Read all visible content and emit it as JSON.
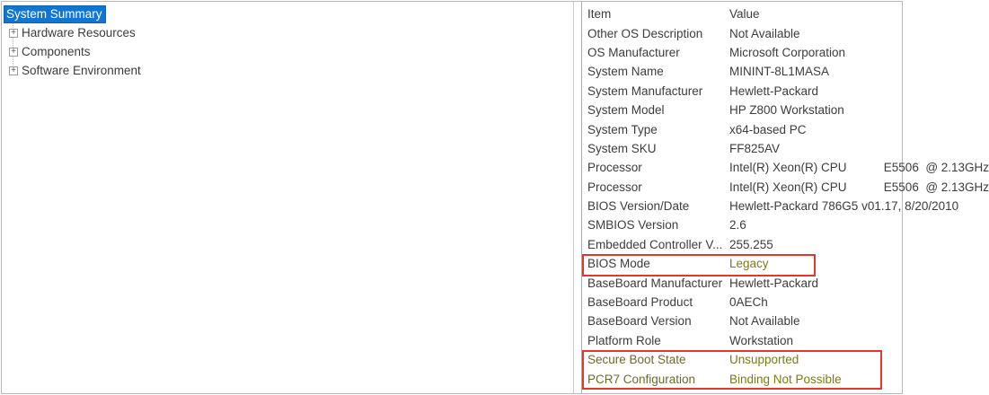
{
  "colors": {
    "selection_blue": "#1175d2",
    "annotation_red": "#e1382b",
    "olive_label": "#6c6930",
    "olive_value": "#7d7a16"
  },
  "sidebar": {
    "selected_label": "System Summary",
    "items": [
      {
        "label": "Hardware Resources",
        "expand_glyph": "+"
      },
      {
        "label": "Components",
        "expand_glyph": "+"
      },
      {
        "label": "Software Environment",
        "expand_glyph": "+"
      }
    ]
  },
  "table": {
    "header": {
      "item": "Item",
      "value": "Value"
    },
    "rows": [
      {
        "item": "Other OS Description",
        "value": "Not Available",
        "style": "normal"
      },
      {
        "item": "OS Manufacturer",
        "value": "Microsoft Corporation",
        "style": "normal"
      },
      {
        "item": "System Name",
        "value": "MININT-8L1MASA",
        "style": "normal"
      },
      {
        "item": "System Manufacturer",
        "value": "Hewlett-Packard",
        "style": "normal"
      },
      {
        "item": "System Model",
        "value": "HP Z800 Workstation",
        "style": "normal"
      },
      {
        "item": "System Type",
        "value": "x64-based PC",
        "style": "normal"
      },
      {
        "item": "System SKU",
        "value": "FF825AV",
        "style": "normal"
      },
      {
        "item": "Processor",
        "value": "Intel(R) Xeon(R) CPU           E5506  @ 2.13GHz",
        "style": "normal"
      },
      {
        "item": "Processor",
        "value": "Intel(R) Xeon(R) CPU           E5506  @ 2.13GHz",
        "style": "normal"
      },
      {
        "item": "BIOS Version/Date",
        "value": "Hewlett-Packard 786G5 v01.17, 8/20/2010",
        "style": "normal"
      },
      {
        "item": "SMBIOS Version",
        "value": "2.6",
        "style": "normal"
      },
      {
        "item": "Embedded Controller V...",
        "value": "255.255",
        "style": "normal"
      },
      {
        "item": "BIOS Mode",
        "value": "Legacy",
        "style": "olive-value"
      },
      {
        "item": "BaseBoard Manufacturer",
        "value": "Hewlett-Packard",
        "style": "normal"
      },
      {
        "item": "BaseBoard Product",
        "value": "0AECh",
        "style": "normal"
      },
      {
        "item": "BaseBoard Version",
        "value": "Not Available",
        "style": "normal"
      },
      {
        "item": "Platform Role",
        "value": "Workstation",
        "style": "normal"
      },
      {
        "item": "Secure Boot State",
        "value": "Unsupported",
        "style": "olive"
      },
      {
        "item": "PCR7 Configuration",
        "value": "Binding Not Possible",
        "style": "olive"
      }
    ]
  },
  "annotations": [
    {
      "name": "bios-mode-box",
      "target": "BIOS Mode row"
    },
    {
      "name": "secure-boot-box",
      "target": "Secure Boot State and PCR7 Configuration rows"
    }
  ]
}
